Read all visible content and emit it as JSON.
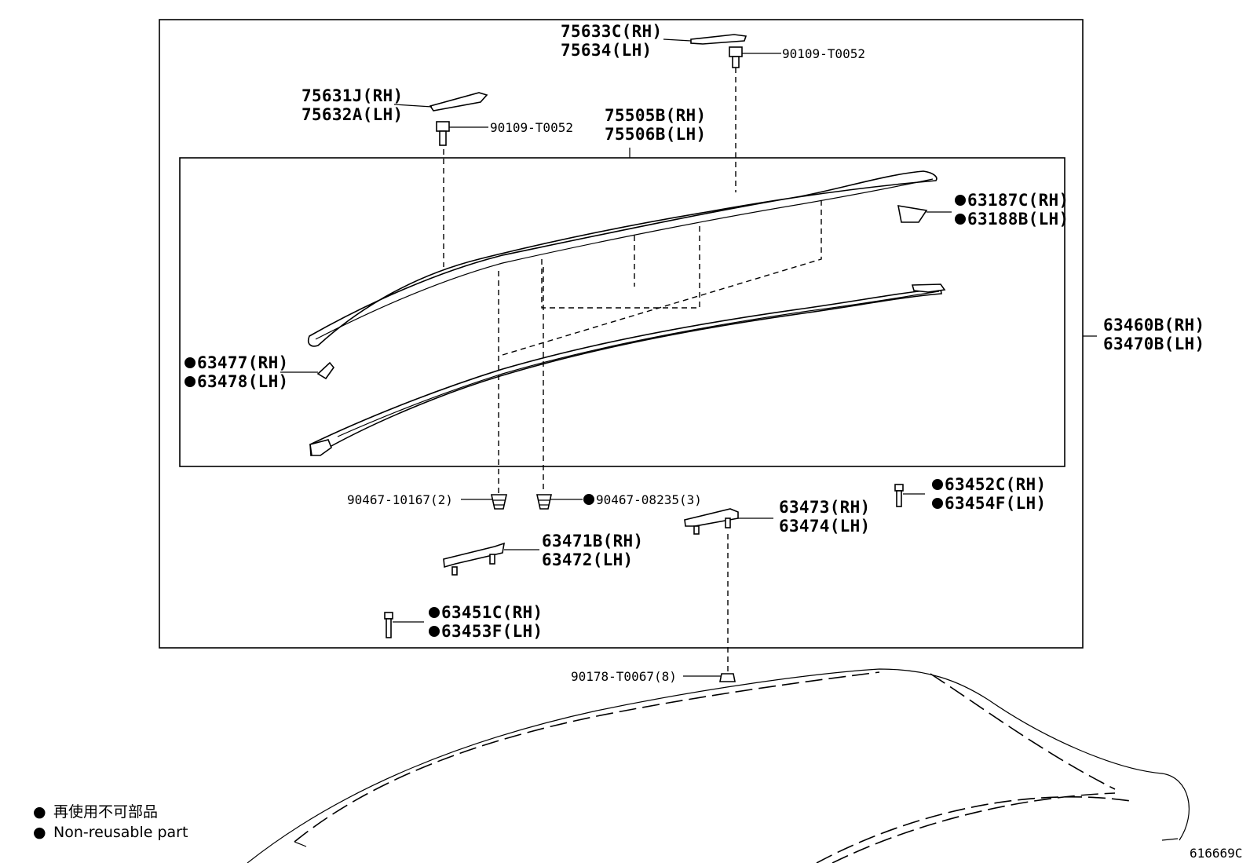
{
  "diagram_id": "616669C",
  "labels": {
    "p75633": [
      "75633C(RH)",
      "75634(LH)"
    ],
    "p90109a": "90109-T0052",
    "p75631": [
      "75631J(RH)",
      "75632A(LH)"
    ],
    "p90109b": "90109-T0052",
    "p75505": [
      "75505B(RH)",
      "75506B(LH)"
    ],
    "p63187": [
      "63187C(RH)",
      "63188B(LH)"
    ],
    "p63460": [
      "63460B(RH)",
      "63470B(LH)"
    ],
    "p63477": [
      "63477(RH)",
      "63478(LH)"
    ],
    "p90467a": "90467-10167(2)",
    "p90467b": "90467-08235(3)",
    "p63452": [
      "63452C(RH)",
      "63454F(LH)"
    ],
    "p63473": [
      "63473(RH)",
      "63474(LH)"
    ],
    "p63471": [
      "63471B(RH)",
      "63472(LH)"
    ],
    "p63451": [
      "63451C(RH)",
      "63453F(LH)"
    ],
    "p90178": "90178-T0067(8)"
  },
  "legend": {
    "symbol": "●",
    "line1": "再使用不可部品",
    "line2": "Non-reusable part"
  }
}
